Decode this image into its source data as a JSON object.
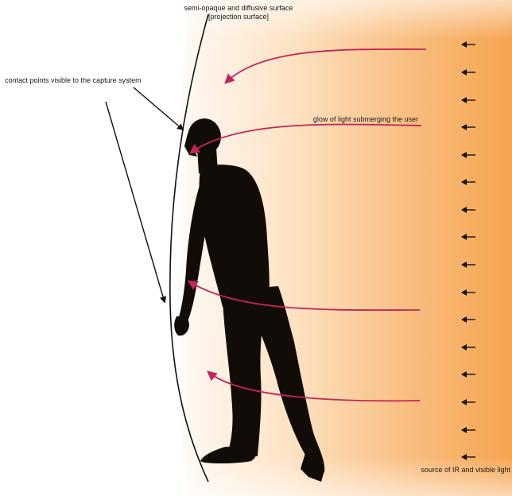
{
  "labels": {
    "surface_line1": "semi-opaque and diffusive surface",
    "surface_line2": "[projection surface]",
    "contact_points": "contact points visible to the capture system",
    "glow": "glow of light submerging the user",
    "source": "source of IR and visible light"
  },
  "colors": {
    "light_glow": "#f5a44f",
    "light_arrows": "#c4245a",
    "silhouette": "#120c08",
    "surface_line": "#111111",
    "source_arrows": "#111111"
  },
  "icons": {
    "source_arrow": "left-arrow-icon",
    "person": "person-silhouette"
  }
}
